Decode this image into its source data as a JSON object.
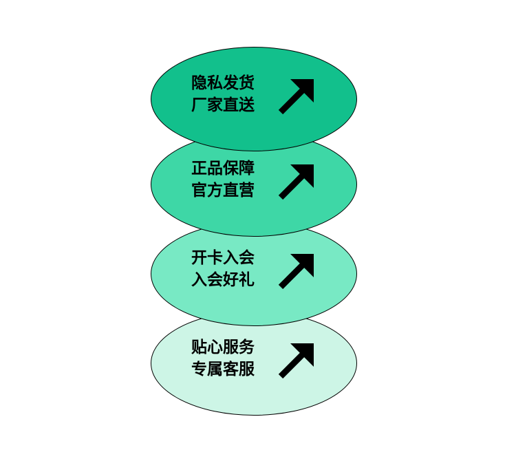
{
  "items": [
    {
      "line1": "隐私发货",
      "line2": "厂家直送",
      "fill": "#12c08c",
      "icon": "arrow-up-right-icon"
    },
    {
      "line1": "正品保障",
      "line2": "官方直营",
      "fill": "#3ed7a6",
      "icon": "arrow-up-right-icon"
    },
    {
      "line1": "开卡入会",
      "line2": "入会好礼",
      "fill": "#78e9c4",
      "icon": "arrow-up-right-icon"
    },
    {
      "line1": "贴心服务",
      "line2": "专属客服",
      "fill": "#cdf5e6",
      "icon": "arrow-up-right-icon"
    }
  ]
}
